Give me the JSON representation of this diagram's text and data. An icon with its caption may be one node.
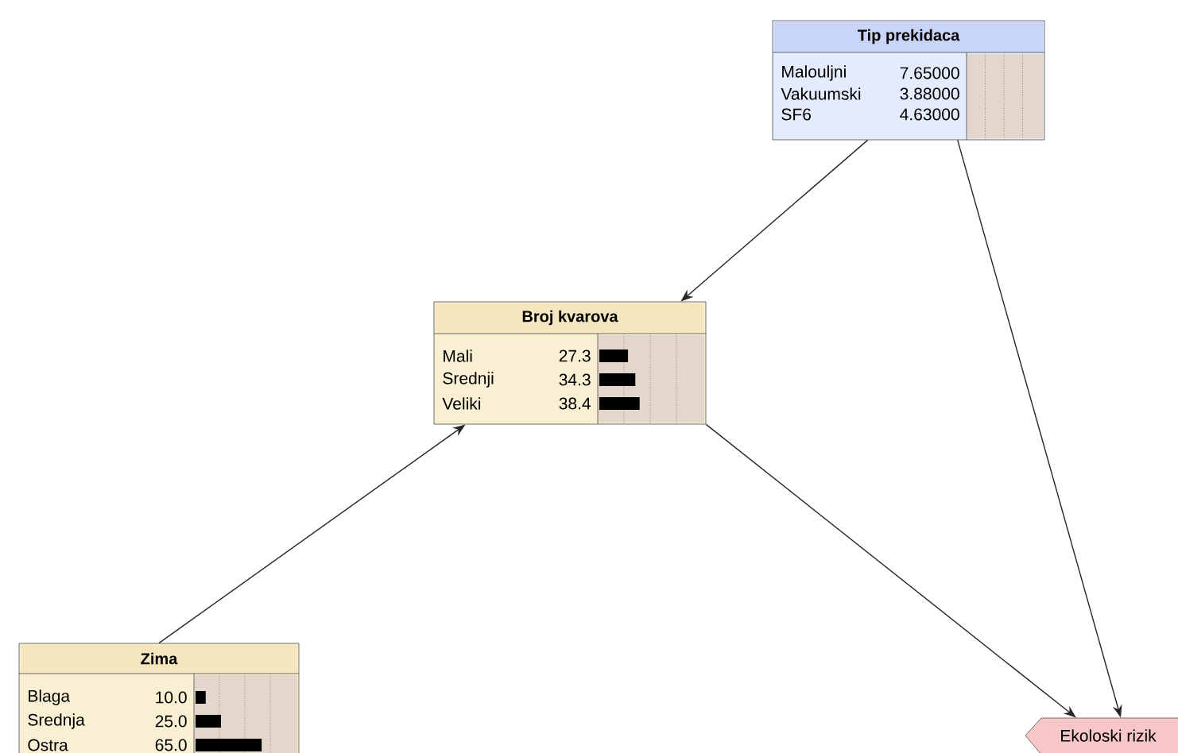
{
  "diagram": {
    "nodes": [
      {
        "text": [
          "Tip prekidaca",
          "Malouljni",
          "7.65000",
          "Vakuumski",
          "3.88000",
          "SF6",
          "4.63000"
        ]
      },
      {
        "text": [
          "Broj kvarova",
          "Mali",
          "27.3",
          "Srednji",
          "34.3",
          "Veliki",
          "38.4"
        ]
      },
      {
        "text": [
          "Zima",
          "Blaga",
          "10.0",
          "Srednja",
          "25.0",
          "Ostra",
          "65.0"
        ]
      },
      {
        "text": [
          "Ekoloski rizik"
        ]
      }
    ],
    "edges": [
      {
        "from": 0,
        "to": 1,
        "arrow": "to"
      },
      {
        "from": 0,
        "to": 3,
        "arrow": "to"
      },
      {
        "from": 1,
        "to": 3,
        "arrow": "to"
      },
      {
        "from": 2,
        "to": 1,
        "arrow": "to"
      }
    ]
  }
}
